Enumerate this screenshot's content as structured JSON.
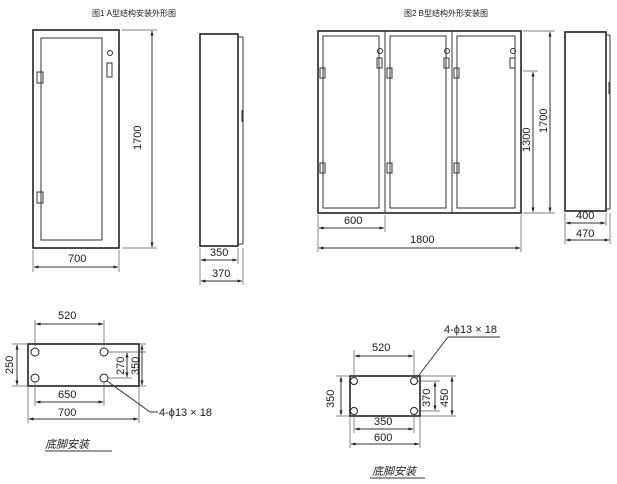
{
  "captions": {
    "fig1": "图1  A型结构安装外形图",
    "fig2": "图2  B型结构外形安装图"
  },
  "figA_front": {
    "width": "700",
    "height": "1700"
  },
  "figA_side": {
    "depth_inner": "350",
    "depth_outer": "370"
  },
  "figB_front": {
    "door_width": "600",
    "total_width": "1800",
    "hinge_height": "1300",
    "height": "1700"
  },
  "figB_side": {
    "depth_inner": "400",
    "depth_outer": "470"
  },
  "baseA": {
    "top": "520",
    "left": "250",
    "inner": "270",
    "right": "350",
    "inner_bottom": "650",
    "bottom": "700",
    "holes": "4-ϕ13 × 18",
    "title": "底脚安装"
  },
  "baseB": {
    "holes": "4-ϕ13 × 18",
    "top": "520",
    "left": "350",
    "inner": "370",
    "right": "450",
    "inner_bottom": "350",
    "bottom": "600",
    "title": "底脚安装"
  }
}
